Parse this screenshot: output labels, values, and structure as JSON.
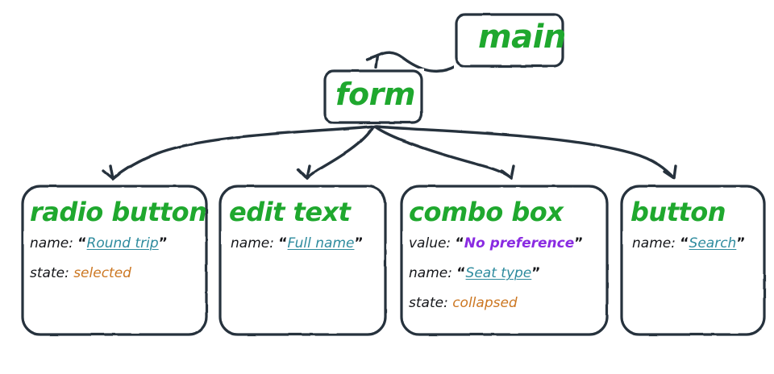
{
  "diagram": {
    "title": "accessibility-tree",
    "colors": {
      "heading": "#1fa82e",
      "border": "#26303d",
      "name_value": "#2e8b9e",
      "value": "#8a2be2",
      "state": "#cc7722",
      "label": "#15161a",
      "background": "#ffffff"
    },
    "nodes": [
      {
        "id": "main",
        "title": "main",
        "properties": []
      },
      {
        "id": "form",
        "title": "form",
        "properties": []
      },
      {
        "id": "radio-button",
        "title": "radio button",
        "properties": [
          {
            "key": "name:",
            "open_quote": "“",
            "value": "Round trip",
            "close_quote": "”",
            "kind": "name"
          },
          {
            "key": "state:",
            "open_quote": "",
            "value": "selected",
            "close_quote": "",
            "kind": "state"
          }
        ]
      },
      {
        "id": "edit-text",
        "title": "edit text",
        "properties": [
          {
            "key": "name:",
            "open_quote": "“",
            "value": "Full name",
            "close_quote": "”",
            "kind": "name"
          }
        ]
      },
      {
        "id": "combo-box",
        "title": "combo box",
        "properties": [
          {
            "key": "value:",
            "open_quote": "“",
            "value": "No preference",
            "close_quote": "”",
            "kind": "value"
          },
          {
            "key": "name:",
            "open_quote": "“",
            "value": "Seat type",
            "close_quote": "”",
            "kind": "name"
          },
          {
            "key": "state:",
            "open_quote": "",
            "value": "collapsed",
            "close_quote": "",
            "kind": "state"
          }
        ]
      },
      {
        "id": "button",
        "title": "button",
        "properties": [
          {
            "key": "name:",
            "open_quote": "“",
            "value": "Search",
            "close_quote": "”",
            "kind": "name"
          }
        ]
      }
    ],
    "edges": [
      {
        "from": "main",
        "to": "form"
      },
      {
        "from": "form",
        "to": "radio-button"
      },
      {
        "from": "form",
        "to": "edit-text"
      },
      {
        "from": "form",
        "to": "combo-box"
      },
      {
        "from": "form",
        "to": "button"
      }
    ]
  }
}
